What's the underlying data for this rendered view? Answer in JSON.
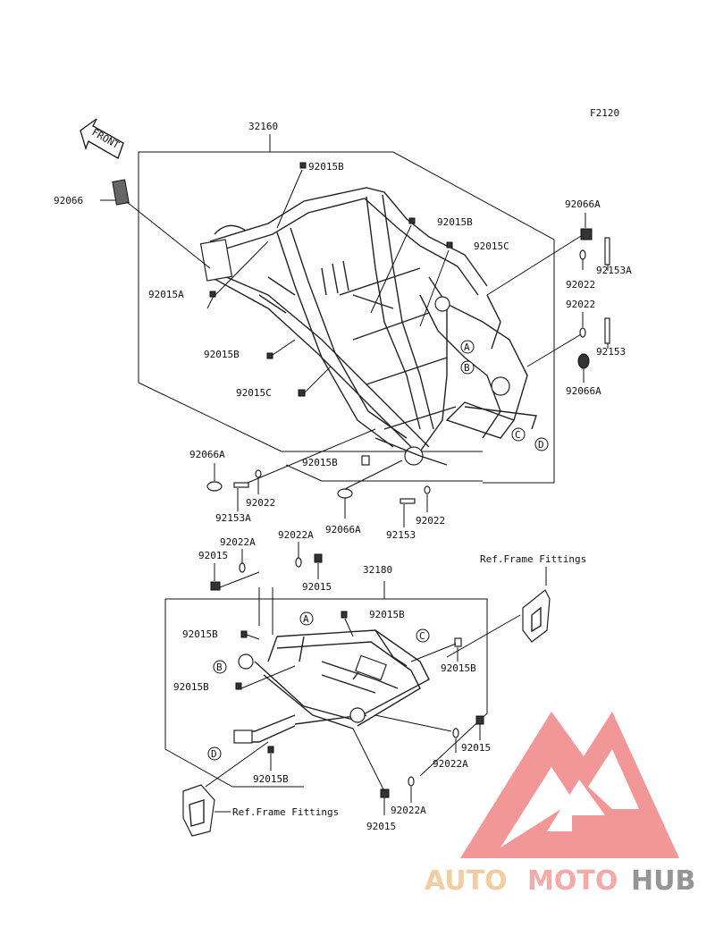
{
  "figure_code": "F2120",
  "front_arrow_label": "FRONT",
  "assemblies": {
    "main_frame": "32160",
    "rear_frame": "32180"
  },
  "part_labels": {
    "p92066": "92066",
    "p92015B_top": "92015B",
    "p92015B_mid": "92015B",
    "p92015C_top": "92015C",
    "p92015A": "92015A",
    "p92015B_left": "92015B",
    "p92015C_left": "92015C",
    "p92066A_r1": "92066A",
    "p92022_r1": "92022",
    "p92153A_r": "92153A",
    "p92022_r2": "92022",
    "p92153_r": "92153",
    "p92066A_r2": "92066A",
    "p92066A_l": "92066A",
    "p92015B_bot": "92015B",
    "p92022_l": "92022",
    "p92153A_l": "92153A",
    "p92066A_b": "92066A",
    "p92022_b": "92022",
    "p92153_b": "92153",
    "p92022A_1": "92022A",
    "p92015_1": "92015",
    "p92022A_2": "92022A",
    "p92015_2": "92015",
    "p92015B_r1": "92015B",
    "p92015B_r2": "92015B",
    "p92015B_r3": "92015B",
    "p92015B_r4": "92015B",
    "p92015B_r5": "92015B",
    "p92015_3": "92015",
    "p92022A_3": "92022A",
    "p92022A_4": "92022A",
    "p92015_4": "92015"
  },
  "references": {
    "ref_right": "Ref.Frame Fittings",
    "ref_left": "Ref.Frame Fittings"
  },
  "callouts": {
    "a1": "A",
    "b1": "B",
    "c1": "C",
    "d1": "D",
    "a2": "A",
    "b2": "B",
    "c2": "C",
    "d2": "D"
  },
  "watermark": {
    "part1": "AUTO",
    "part2": "MOTO",
    "part3": "HUB",
    "colors": {
      "auto": "#f2c898",
      "moto": "#f3a1a1",
      "hub": "#8a8a8a",
      "triangle": "#f08c8c"
    }
  }
}
